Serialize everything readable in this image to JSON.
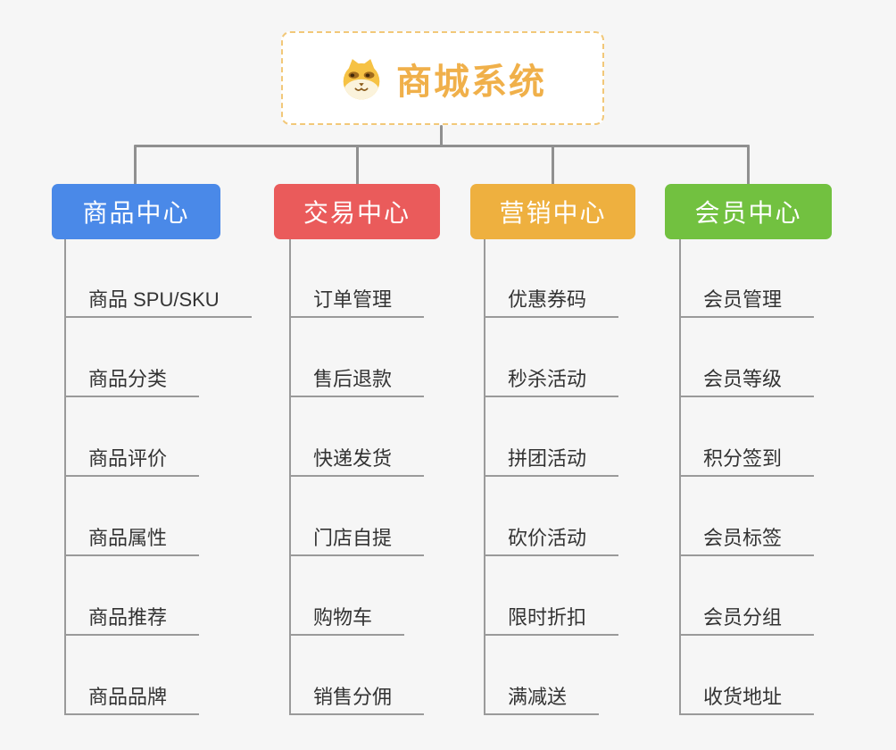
{
  "root": {
    "title": "商城系统",
    "icon": "shiba-dog-icon",
    "title_color": "#f0b04a",
    "border_color": "#f2c879"
  },
  "connector_color": "#909090",
  "line_color": "#9a9a9a",
  "branches": [
    {
      "label": "商品中心",
      "color": "#4a89e8",
      "items": [
        "商品 SPU/SKU",
        "商品分类",
        "商品评价",
        "商品属性",
        "商品推荐",
        "商品品牌"
      ]
    },
    {
      "label": "交易中心",
      "color": "#ea5b5b",
      "items": [
        "订单管理",
        "售后退款",
        "快递发货",
        "门店自提",
        "购物车",
        "销售分佣"
      ]
    },
    {
      "label": "营销中心",
      "color": "#eeb03f",
      "items": [
        "优惠券码",
        "秒杀活动",
        "拼团活动",
        "砍价活动",
        "限时折扣",
        "满减送"
      ]
    },
    {
      "label": "会员中心",
      "color": "#72c140",
      "items": [
        "会员管理",
        "会员等级",
        "积分签到",
        "会员标签",
        "会员分组",
        "收货地址"
      ]
    }
  ]
}
